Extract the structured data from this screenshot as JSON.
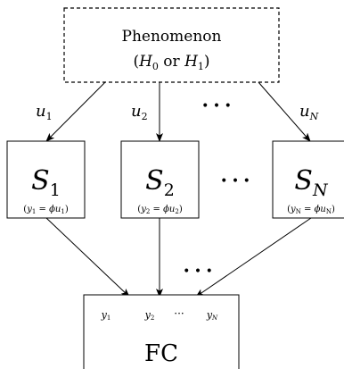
{
  "phenomenon": {
    "title": "Phenomenon",
    "hyp_open": "(",
    "h0": "H",
    "h0_sub": "0",
    "or": " or ",
    "h1": "H",
    "h1_sub": "1",
    "hyp_close": ")"
  },
  "links": [
    {
      "u": "u",
      "sub": "1"
    },
    {
      "u": "u",
      "sub": "2"
    },
    {
      "u": "u",
      "sub": "N"
    }
  ],
  "sensors": [
    {
      "s": "S",
      "sub": "1",
      "eq_y": "y",
      "eq_sub": "1",
      "eq_mid": " = ",
      "eq_phi": "ϕ",
      "eq_u": "u",
      "eq_usub": "1"
    },
    {
      "s": "S",
      "sub": "2",
      "eq_y": "y",
      "eq_sub": "2",
      "eq_mid": " = ",
      "eq_phi": "ϕ",
      "eq_u": "u",
      "eq_usub": "2"
    },
    {
      "s": "S",
      "sub": "N",
      "eq_y": "y",
      "eq_sub": "N",
      "eq_mid": " = ",
      "eq_phi": "ϕ",
      "eq_u": "u",
      "eq_usub": "N"
    }
  ],
  "fc": {
    "label": "FC",
    "inputs": [
      {
        "y": "y",
        "sub": "1"
      },
      {
        "y": "y",
        "sub": "2"
      },
      {
        "y": "y",
        "sub": "N"
      }
    ],
    "ellipsis": "···"
  },
  "dots": "• • •"
}
